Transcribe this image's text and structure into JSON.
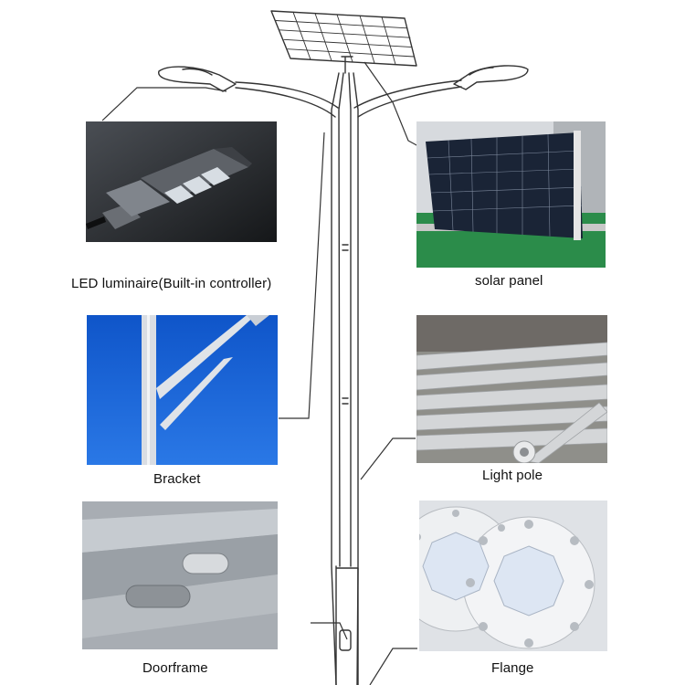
{
  "components": [
    {
      "id": "led",
      "label": "LED luminaire(Built-in controller)"
    },
    {
      "id": "solar",
      "label": "solar panel"
    },
    {
      "id": "bracket",
      "label": "Bracket"
    },
    {
      "id": "pole",
      "label": "Light pole"
    },
    {
      "id": "door",
      "label": "Doorframe"
    },
    {
      "id": "flange",
      "label": "Flange"
    }
  ],
  "colors": {
    "line": "#333333",
    "sky": "#1560d6",
    "photo_led_bg": "#2a2d31",
    "photo_solar_frame": "#9aa0a8"
  }
}
